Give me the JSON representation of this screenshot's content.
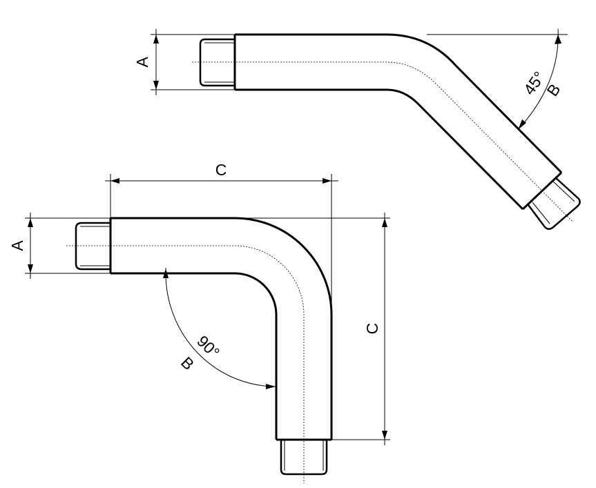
{
  "labels": {
    "dim_a": "A",
    "dim_b": "B",
    "dim_c": "C",
    "angle_45": "45°",
    "angle_90": "90°"
  }
}
